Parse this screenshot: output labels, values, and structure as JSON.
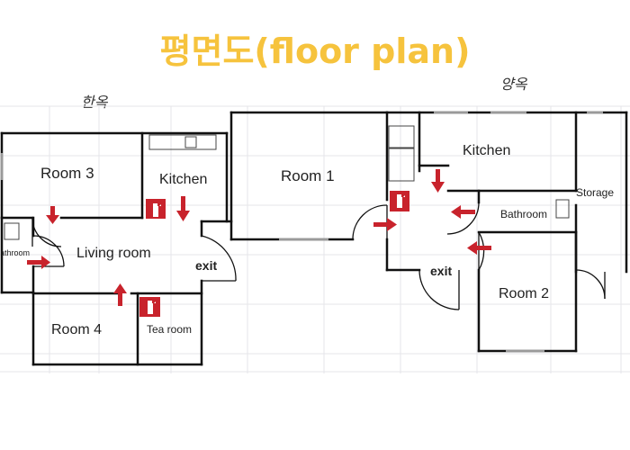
{
  "title": "평면도(floor plan)",
  "sections": {
    "korean_house": "한옥",
    "western_house": "양옥"
  },
  "rooms": {
    "room3": "Room 3",
    "kitchen_left": "Kitchen",
    "room1": "Room 1",
    "kitchen_right": "Kitchen",
    "storage": "Storage",
    "bathroom_right": "Bathroom",
    "bathroom_left": "Bathroom",
    "living_room": "Living room",
    "room2": "Room 2",
    "room4": "Room 4",
    "tea_room": "Tea room"
  },
  "exits": {
    "left": "exit",
    "right": "exit"
  },
  "colors": {
    "title": "#f6c33d",
    "arrow": "#c8232c",
    "extinguisher": "#c8232c",
    "wall": "#111111",
    "grid": "#e8e8ec"
  },
  "icons": [
    "fire-extinguisher-icon",
    "evacuation-arrow-icon"
  ]
}
